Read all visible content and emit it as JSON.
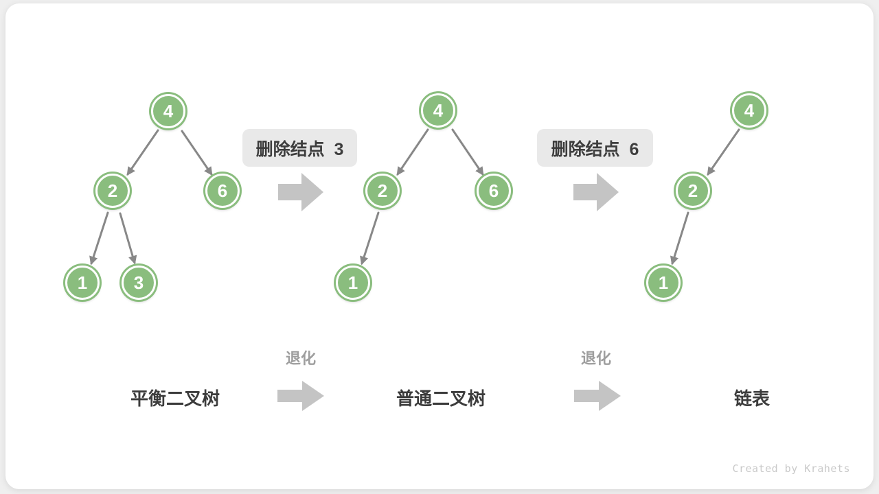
{
  "page": {
    "background": "#efefef",
    "card_background": "#ffffff"
  },
  "colors": {
    "page_background": "#efefef",
    "card_background": "#ffffff",
    "node_fill": "#8abd7e",
    "node_ring": "#ffffff",
    "node_text": "#ffffff",
    "tree_edge": "#888888",
    "block_arrow": "#c4c4c4",
    "label_box_background": "#e9e9e9",
    "label_box_text": "#3d3d3d",
    "stage_title_text": "#3c3c3c",
    "degrade_label_text": "#9e9e9e",
    "watermark_text": "#c9c9c9"
  },
  "trees": [
    {
      "title": "平衡二叉树",
      "nodes": [
        {
          "value": "4"
        },
        {
          "value": "2"
        },
        {
          "value": "6"
        },
        {
          "value": "1"
        },
        {
          "value": "3"
        }
      ],
      "edges": [
        {
          "from": "4",
          "to": "2"
        },
        {
          "from": "4",
          "to": "6"
        },
        {
          "from": "2",
          "to": "1"
        },
        {
          "from": "2",
          "to": "3"
        }
      ]
    },
    {
      "title": "普通二叉树",
      "nodes": [
        {
          "value": "4"
        },
        {
          "value": "2"
        },
        {
          "value": "6"
        },
        {
          "value": "1"
        }
      ],
      "edges": [
        {
          "from": "4",
          "to": "2"
        },
        {
          "from": "4",
          "to": "6"
        },
        {
          "from": "2",
          "to": "1"
        }
      ]
    },
    {
      "title": "链表",
      "nodes": [
        {
          "value": "4"
        },
        {
          "value": "2"
        },
        {
          "value": "1"
        }
      ],
      "edges": [
        {
          "from": "4",
          "to": "2"
        },
        {
          "from": "2",
          "to": "1"
        }
      ]
    }
  ],
  "transitions": [
    {
      "label": "删除结点  3",
      "degrade_label": "退化"
    },
    {
      "label": "删除结点  6",
      "degrade_label": "退化"
    }
  ],
  "watermark": "Created by Krahets"
}
